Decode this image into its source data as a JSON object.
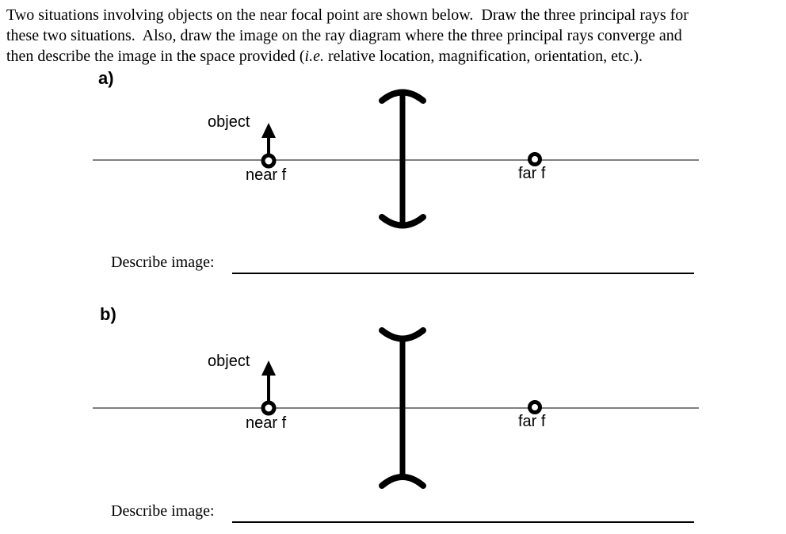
{
  "header": {
    "line1": "Two situations involving objects on the near focal point are shown below.  Draw the three principal rays for",
    "line2": "these two situations.  Also, draw the image on the ray diagram where the three principal rays converge and",
    "line3_pre": "then describe the image in the space provided (",
    "line3_italic": "i.e.",
    "line3_post": " relative location, magnification, orientation, etc.)."
  },
  "diagrams": [
    {
      "label": "a)",
      "lens_type": "converging-lens",
      "object_label": "object",
      "near_focal_label": "near f",
      "far_focal_label": "far f",
      "describe_label": "Describe image:",
      "answer_value": ""
    },
    {
      "label": "b)",
      "lens_type": "diverging-lens",
      "object_label": "object",
      "near_focal_label": "near f",
      "far_focal_label": "far f",
      "describe_label": "Describe image:",
      "answer_value": ""
    }
  ],
  "colors": {
    "ink": "#000000",
    "axis_line": "#808080",
    "background": "#ffffff"
  }
}
